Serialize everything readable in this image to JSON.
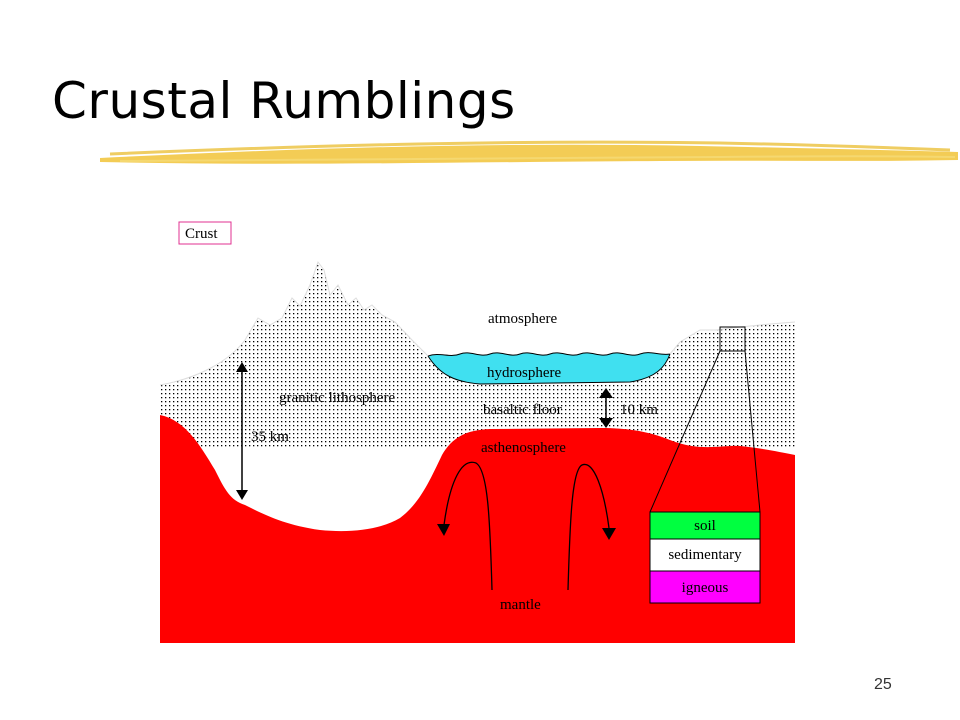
{
  "slide": {
    "title": "Crustal Rumblings",
    "page_number": "25"
  },
  "diagram": {
    "box_label": "Crust",
    "labels": {
      "atmosphere": "atmosphere",
      "hydrosphere": "hydrosphere",
      "granitic": "granitic lithosphere",
      "basaltic": "basaltic floor",
      "ten_km": "10 km",
      "thirtyfive_km": "35 km",
      "asthenosphere": "asthenosphere",
      "mantle": "mantle"
    },
    "layers": [
      {
        "label": "soil",
        "color": "#00ff40"
      },
      {
        "label": "sedimentary",
        "color": "#ffffff"
      },
      {
        "label": "igneous",
        "color": "#ff00ff"
      }
    ],
    "colors": {
      "mantle": "#ff0000",
      "ocean": "#40e0f0",
      "crust_dots": "#000000",
      "highlight": "#f0c020"
    }
  }
}
